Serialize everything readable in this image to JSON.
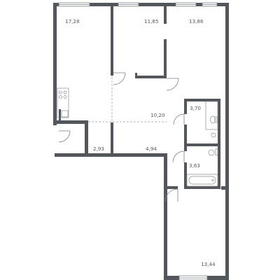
{
  "colors": {
    "wall": "#53565a",
    "thin_line": "#7c7f83",
    "fixture": "#8a8d91",
    "label": "#55595f",
    "background": "#ffffff"
  },
  "rooms": [
    {
      "id": "room-1",
      "area": "17,28"
    },
    {
      "id": "room-2",
      "area": "11,85"
    },
    {
      "id": "room-3",
      "area": "13,86"
    },
    {
      "id": "hall",
      "area": "10,20"
    },
    {
      "id": "bath-1",
      "area": "3,70"
    },
    {
      "id": "bath-2",
      "area": "3,63"
    },
    {
      "id": "loggia",
      "area": "2,93"
    },
    {
      "id": "closet",
      "area": "4,94"
    },
    {
      "id": "room-4",
      "area": "13,44"
    }
  ]
}
